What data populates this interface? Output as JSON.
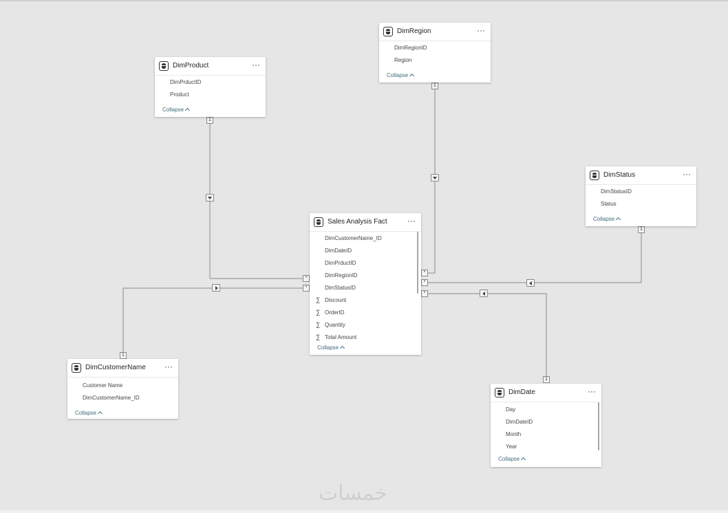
{
  "model": {
    "tables": [
      {
        "name": "DimProduct",
        "fields": [
          {
            "label": "DimPrductID"
          },
          {
            "label": "Product"
          }
        ]
      },
      {
        "name": "DimRegion",
        "fields": [
          {
            "label": "DimRegionID"
          },
          {
            "label": "Region"
          }
        ]
      },
      {
        "name": "DimStatus",
        "fields": [
          {
            "label": "DimStatusID"
          },
          {
            "label": "Status"
          }
        ]
      },
      {
        "name": "Sales Analysis Fact",
        "fields": [
          {
            "label": "DimCustomerName_ID"
          },
          {
            "label": "DimDateID"
          },
          {
            "label": "DimPrductID"
          },
          {
            "label": "DimRegionID"
          },
          {
            "label": "DimStatusID"
          },
          {
            "label": "Discount",
            "icon": "sigma-icon"
          },
          {
            "label": "OrderID",
            "icon": "sigma-icon"
          },
          {
            "label": "Quantity",
            "icon": "sigma-icon"
          },
          {
            "label": "Total Amount",
            "icon": "sigma-icon"
          }
        ]
      },
      {
        "name": "DimCustomerName",
        "fields": [
          {
            "label": "Customer Name"
          },
          {
            "label": "DimCustomerName_ID"
          }
        ]
      },
      {
        "name": "DimDate",
        "fields": [
          {
            "label": "Day"
          },
          {
            "label": "DimDateID"
          },
          {
            "label": "Month"
          },
          {
            "label": "Year"
          }
        ]
      }
    ],
    "collapse_label": "Collapse",
    "more_icon": "more-options-icon",
    "table_icon": "table-icon",
    "sigma_symbol": "∑",
    "cardinality": {
      "one": "1",
      "many": "*"
    },
    "relationships": [
      {
        "from": "DimProduct",
        "to": "Sales Analysis Fact",
        "one": "1",
        "many": "*",
        "filter_direction": "down"
      },
      {
        "from": "DimRegion",
        "to": "Sales Analysis Fact",
        "one": "1",
        "many": "*",
        "filter_direction": "down"
      },
      {
        "from": "DimCustomerName",
        "to": "Sales Analysis Fact",
        "one": "1",
        "many": "*",
        "filter_direction": "right"
      },
      {
        "from": "DimStatus",
        "to": "Sales Analysis Fact",
        "one": "1",
        "many": "*",
        "filter_direction": "left"
      },
      {
        "from": "DimDate",
        "to": "Sales Analysis Fact",
        "one": "1",
        "many": "*",
        "filter_direction": "left"
      }
    ],
    "line_color": "#8a8a8a",
    "link_color": "#3e6b7a"
  },
  "watermark": "خمسات"
}
